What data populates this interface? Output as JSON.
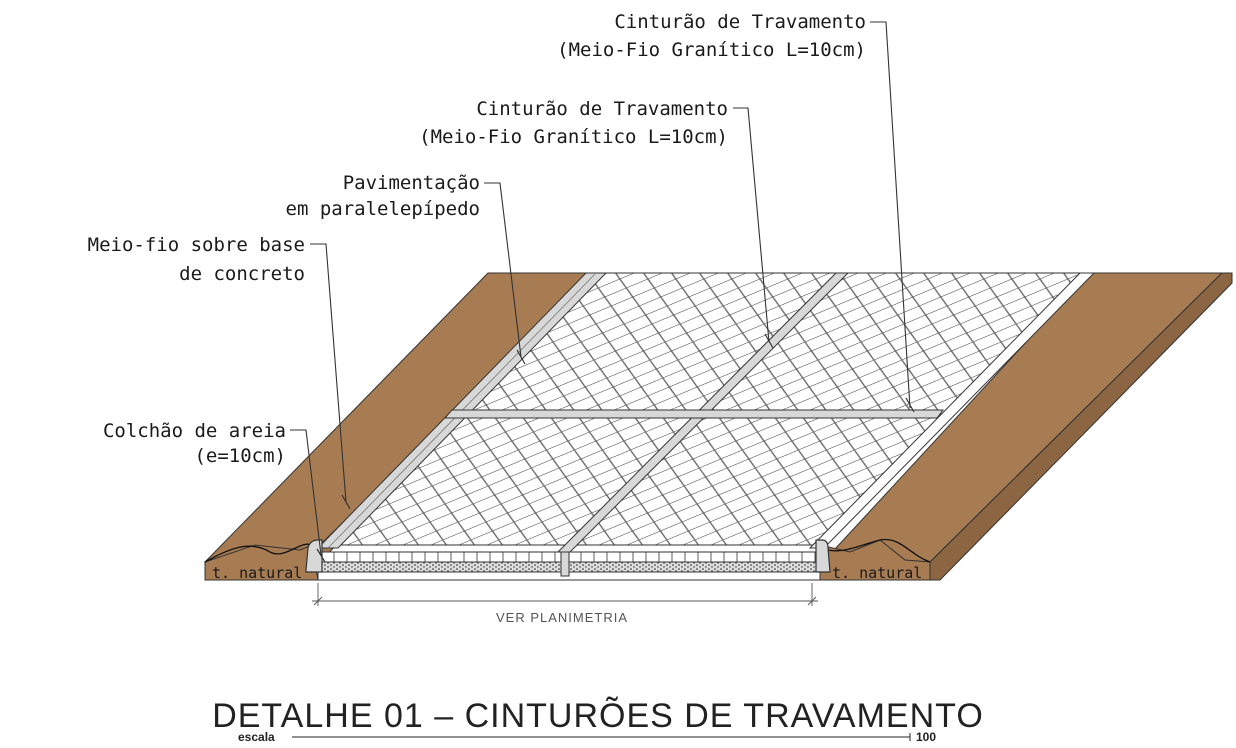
{
  "labels": {
    "cinturao_top_line1": "Cinturão de Travamento",
    "cinturao_top_line2": "(Meio-Fio Granítico L=10cm)",
    "cinturao_mid_line1": "Cinturão de Travamento",
    "cinturao_mid_line2": "(Meio-Fio Granítico L=10cm)",
    "pavimentacao_line1": "Pavimentação",
    "pavimentacao_line2": "em paralelepípedo",
    "meiofio_line1": "Meio-fio sobre base",
    "meiofio_line2": "de concreto",
    "colchao_line1": "Colchão de areia",
    "colchao_line2": "(e=10cm)",
    "terreno_left": "t. natural",
    "terreno_right": "t. natural",
    "dimension": "VER PLANIMETRIA"
  },
  "title": "DETALHE 01 – CINTURÕES DE TRAVAMENTO",
  "scale": {
    "label": "escala",
    "value": "100"
  },
  "colors": {
    "earth": "#a87c52",
    "earth_dark": "#8c6642",
    "curb": "#d8d8d8",
    "pavement": "#ffffff",
    "line": "#333333"
  }
}
